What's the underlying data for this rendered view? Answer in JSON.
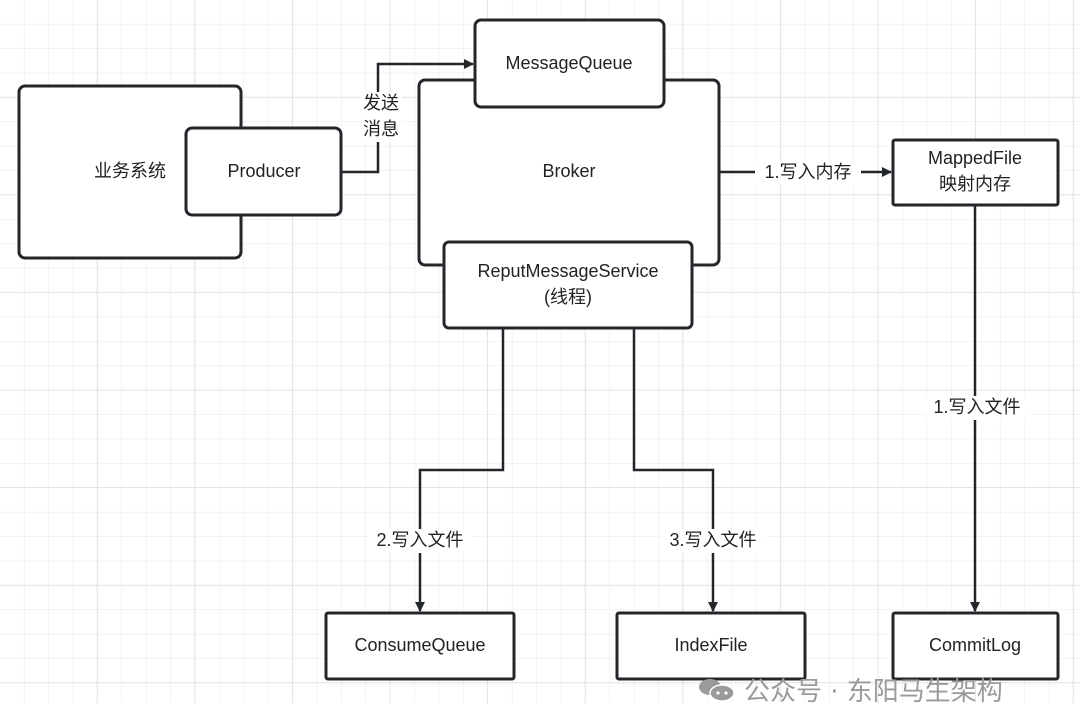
{
  "nodes": {
    "business_system": "业务系统",
    "producer": "Producer",
    "message_queue": "MessageQueue",
    "broker": "Broker",
    "reput_service_line1": "ReputMessageService",
    "reput_service_line2": "(线程)",
    "mapped_file_line1": "MappedFile",
    "mapped_file_line2": "映射内存",
    "consume_queue": "ConsumeQueue",
    "index_file": "IndexFile",
    "commit_log": "CommitLog"
  },
  "edges": {
    "send_line1": "发送",
    "send_line2": "消息",
    "write_memory": "1.写入内存",
    "write_file_commitlog": "1.写入文件",
    "write_file_consumequeue": "2.写入文件",
    "write_file_indexfile": "3.写入文件"
  },
  "watermark": "公众号 · 东阳马生架构",
  "colors": {
    "stroke": "#23272b",
    "grid": "#e6e6e6",
    "watermark": "#9a9a9a"
  }
}
